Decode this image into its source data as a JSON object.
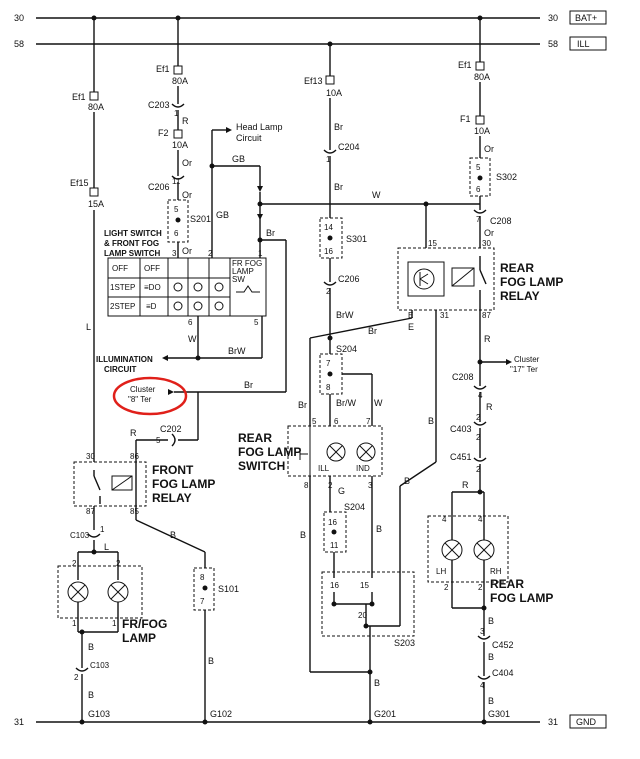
{
  "rails": {
    "top": {
      "left_num": "30",
      "right_num": "30",
      "tag": "BAT+"
    },
    "second": {
      "left_num": "58",
      "right_num": "58",
      "tag": "ILL"
    },
    "bottom": {
      "left_num": "31",
      "right_num": "31",
      "tag": "GND"
    }
  },
  "fuses": {
    "ef1_left": "Ef1",
    "ef1_left_amp": "80A",
    "ef15": "Ef15",
    "ef15_amp": "15A",
    "ef1_mid": "Ef1",
    "ef1_mid_amp": "80A",
    "f2": "F2",
    "f2_amp": "10A",
    "ef13": "Ef13",
    "ef13_amp": "10A",
    "ef1_right": "Ef1",
    "ef1_right_amp": "80A",
    "f1": "F1",
    "f1_amp": "10A"
  },
  "connectors": {
    "c203": "C203",
    "c206a": "C206",
    "c206b": "C206",
    "c204": "C204",
    "c208a": "C208",
    "c208b": "C208",
    "c202": "C202",
    "c103a": "C103",
    "c103b": "C103",
    "c403": "C403",
    "c451": "C451",
    "c452": "C452",
    "c404": "C404"
  },
  "splices": {
    "s201": "S201",
    "s301": "S301",
    "s302": "S302",
    "s204a": "S204",
    "s204b": "S204",
    "s101": "S101",
    "s203": "S203"
  },
  "grounds": {
    "g103": "G103",
    "g102": "G102",
    "g201": "G201",
    "g301": "G301"
  },
  "wire_colors": {
    "r": "R",
    "or": "Or",
    "gb": "GB",
    "br": "Br",
    "w": "W",
    "brw": "BrW",
    "l": "L",
    "b": "B",
    "e": "E",
    "g": "G",
    "brw2": "Br/W"
  },
  "labels": {
    "head_lamp_circuit_1": "Head Lamp",
    "head_lamp_circuit_2": "Circuit",
    "light_switch_1": "LIGHT SWITCH",
    "light_switch_2": "& FRONT FOG",
    "light_switch_3": "LAMP SWITCH",
    "fr_fog_sw_1": "FR FOG",
    "fr_fog_sw_2": "LAMP",
    "fr_fog_sw_3": "SW",
    "illumination_1": "ILLUMINATION",
    "illumination_2": "CIRCUIT",
    "cluster8_1": "Cluster",
    "cluster8_2": "\"8\" Ter",
    "cluster17_1": "Cluster",
    "cluster17_2": "\"17\" Ter",
    "front_relay_1": "FRONT",
    "front_relay_2": "FOG LAMP",
    "front_relay_3": "RELAY",
    "rear_relay_1": "REAR",
    "rear_relay_2": "FOG LAMP",
    "rear_relay_3": "RELAY",
    "rear_switch_1": "REAR",
    "rear_switch_2": "FOG LAMP",
    "rear_switch_3": "SWITCH",
    "fr_fog_lamp_1": "FR/FOG",
    "fr_fog_lamp_2": "LAMP",
    "rear_fog_lamp_1": "REAR",
    "rear_fog_lamp_2": "FOG LAMP",
    "ill": "ILL",
    "ind": "IND",
    "lh": "LH",
    "rh": "RH"
  },
  "switch_table": {
    "rows": [
      [
        "OFF",
        "OFF"
      ],
      [
        "1STEP",
        "≡DO"
      ],
      [
        "2STEP",
        "≡D"
      ]
    ]
  },
  "pins": {
    "p1": "1",
    "p2": "2",
    "p3": "3",
    "p4": "4",
    "p5": "5",
    "p6": "6",
    "p7": "7",
    "p8": "8",
    "p11": "11",
    "p14": "14",
    "p15": "15",
    "p16": "16",
    "p20": "20",
    "p30": "30",
    "p31": "31",
    "p85": "85",
    "p86": "86",
    "p87": "87"
  }
}
